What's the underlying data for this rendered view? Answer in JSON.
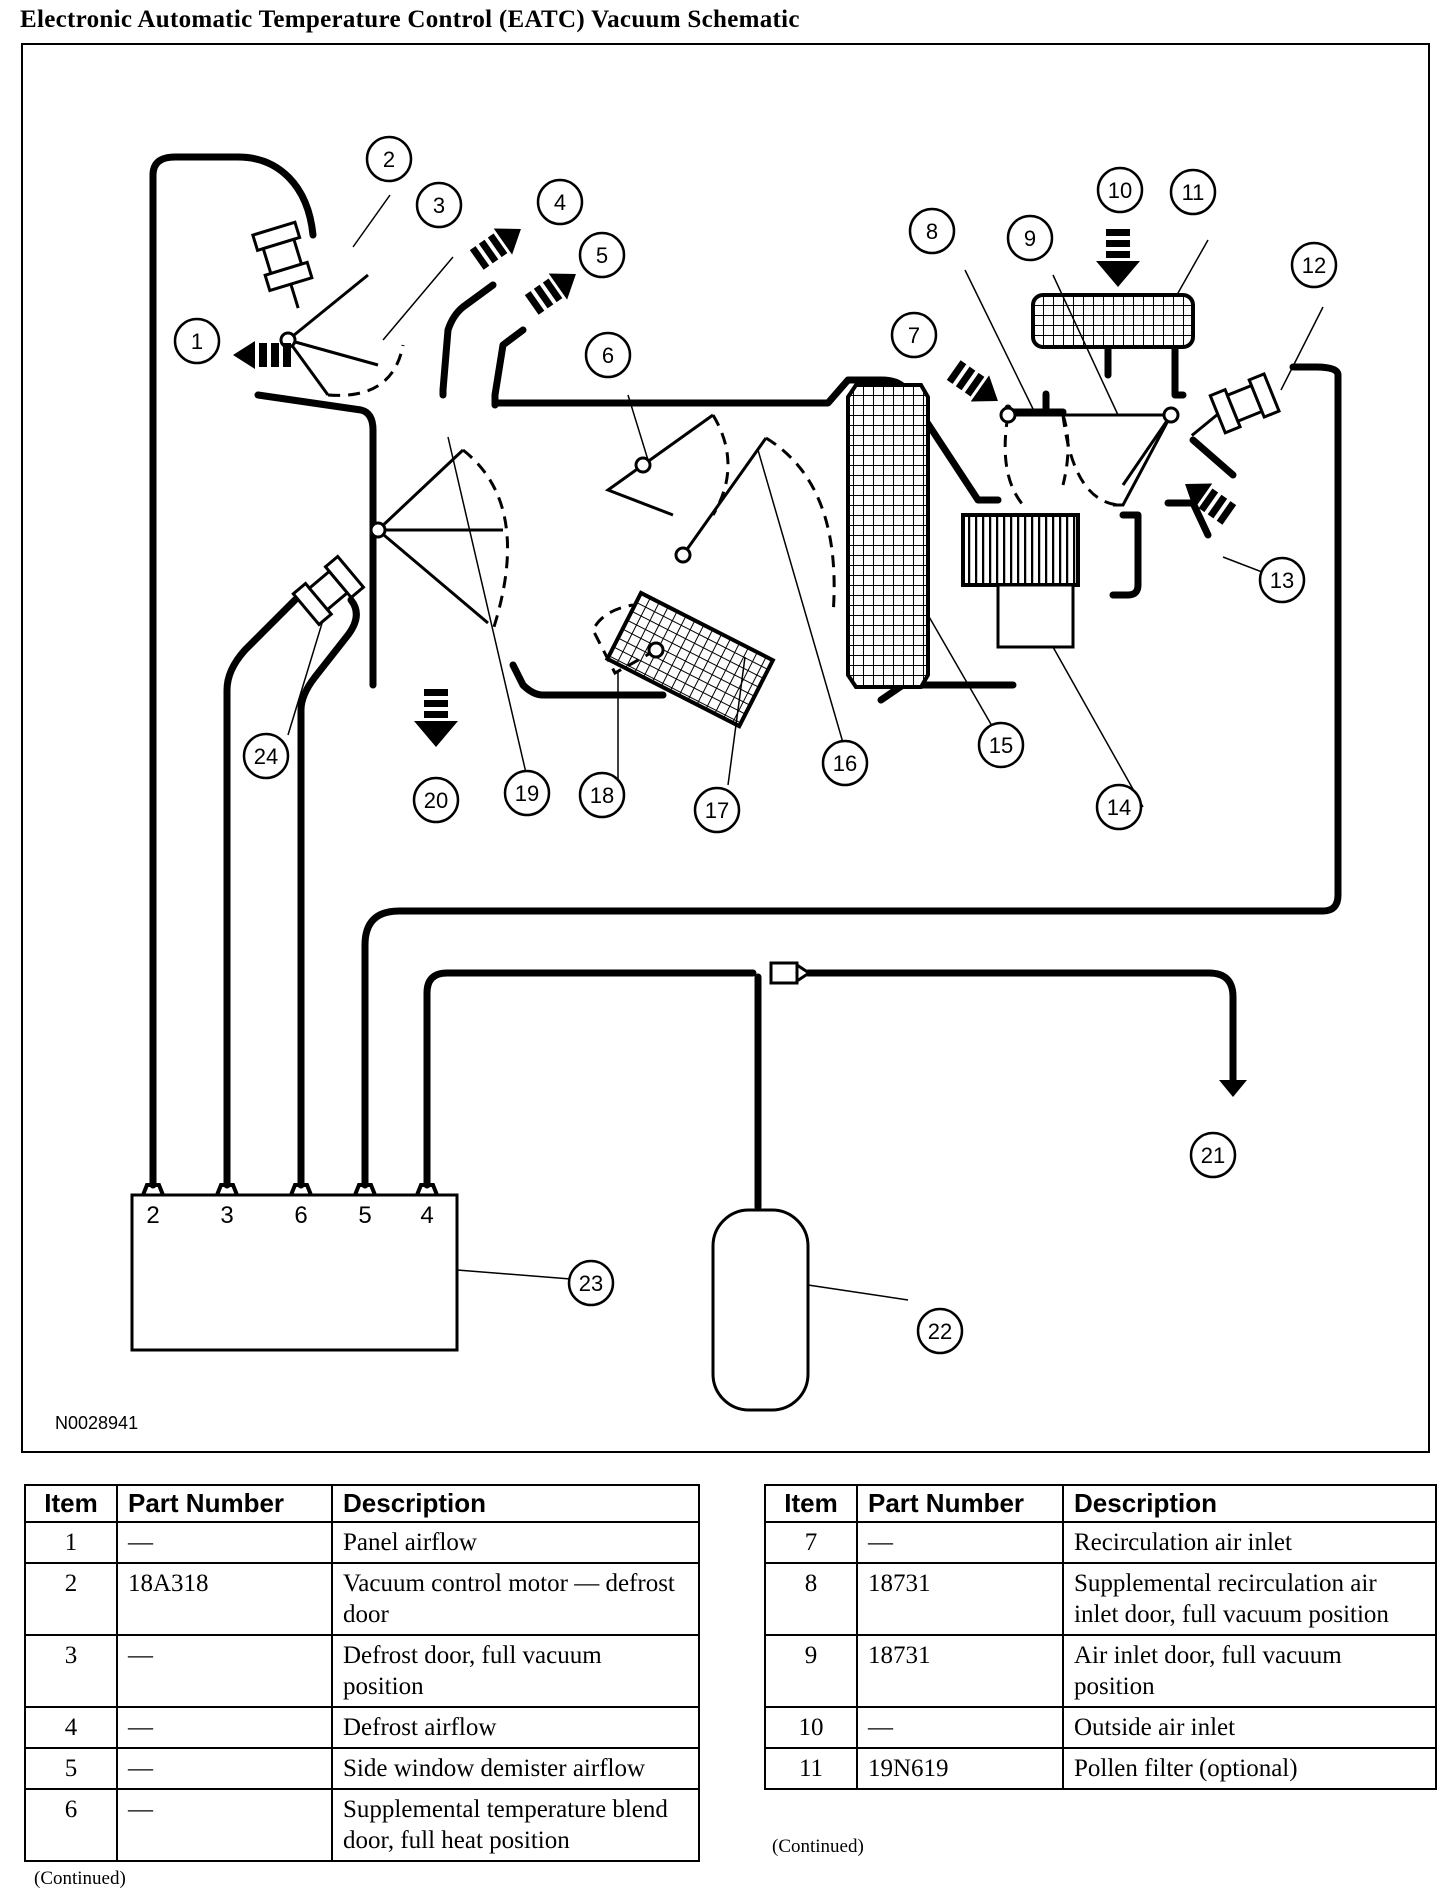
{
  "title": "Electronic Automatic Temperature Control (EATC) Vacuum Schematic",
  "figure_id": "N0028941",
  "callouts": [
    "1",
    "2",
    "3",
    "4",
    "5",
    "6",
    "7",
    "8",
    "9",
    "10",
    "11",
    "12",
    "13",
    "14",
    "15",
    "16",
    "17",
    "18",
    "19",
    "20",
    "21",
    "22",
    "23",
    "24"
  ],
  "port_labels": [
    "2",
    "3",
    "6",
    "5",
    "4"
  ],
  "table_headers": {
    "item": "Item",
    "part_number": "Part Number",
    "description": "Description"
  },
  "parts_left": [
    {
      "item": "1",
      "part_number": "—",
      "description": "Panel airflow"
    },
    {
      "item": "2",
      "part_number": "18A318",
      "description": "Vacuum control motor — defrost door"
    },
    {
      "item": "3",
      "part_number": "—",
      "description": "Defrost door, full vacuum position"
    },
    {
      "item": "4",
      "part_number": "—",
      "description": "Defrost airflow"
    },
    {
      "item": "5",
      "part_number": "—",
      "description": "Side window demister airflow"
    },
    {
      "item": "6",
      "part_number": "—",
      "description": "Supplemental temperature blend door, full heat position"
    }
  ],
  "parts_right": [
    {
      "item": "7",
      "part_number": "—",
      "description": "Recirculation air inlet"
    },
    {
      "item": "8",
      "part_number": "18731",
      "description": "Supplemental recirculation air inlet door, full vacuum position"
    },
    {
      "item": "9",
      "part_number": "18731",
      "description": "Air inlet door, full vacuum position"
    },
    {
      "item": "10",
      "part_number": "—",
      "description": "Outside air inlet"
    },
    {
      "item": "11",
      "part_number": "19N619",
      "description": "Pollen filter (optional)"
    }
  ],
  "continued_label": "(Continued)"
}
